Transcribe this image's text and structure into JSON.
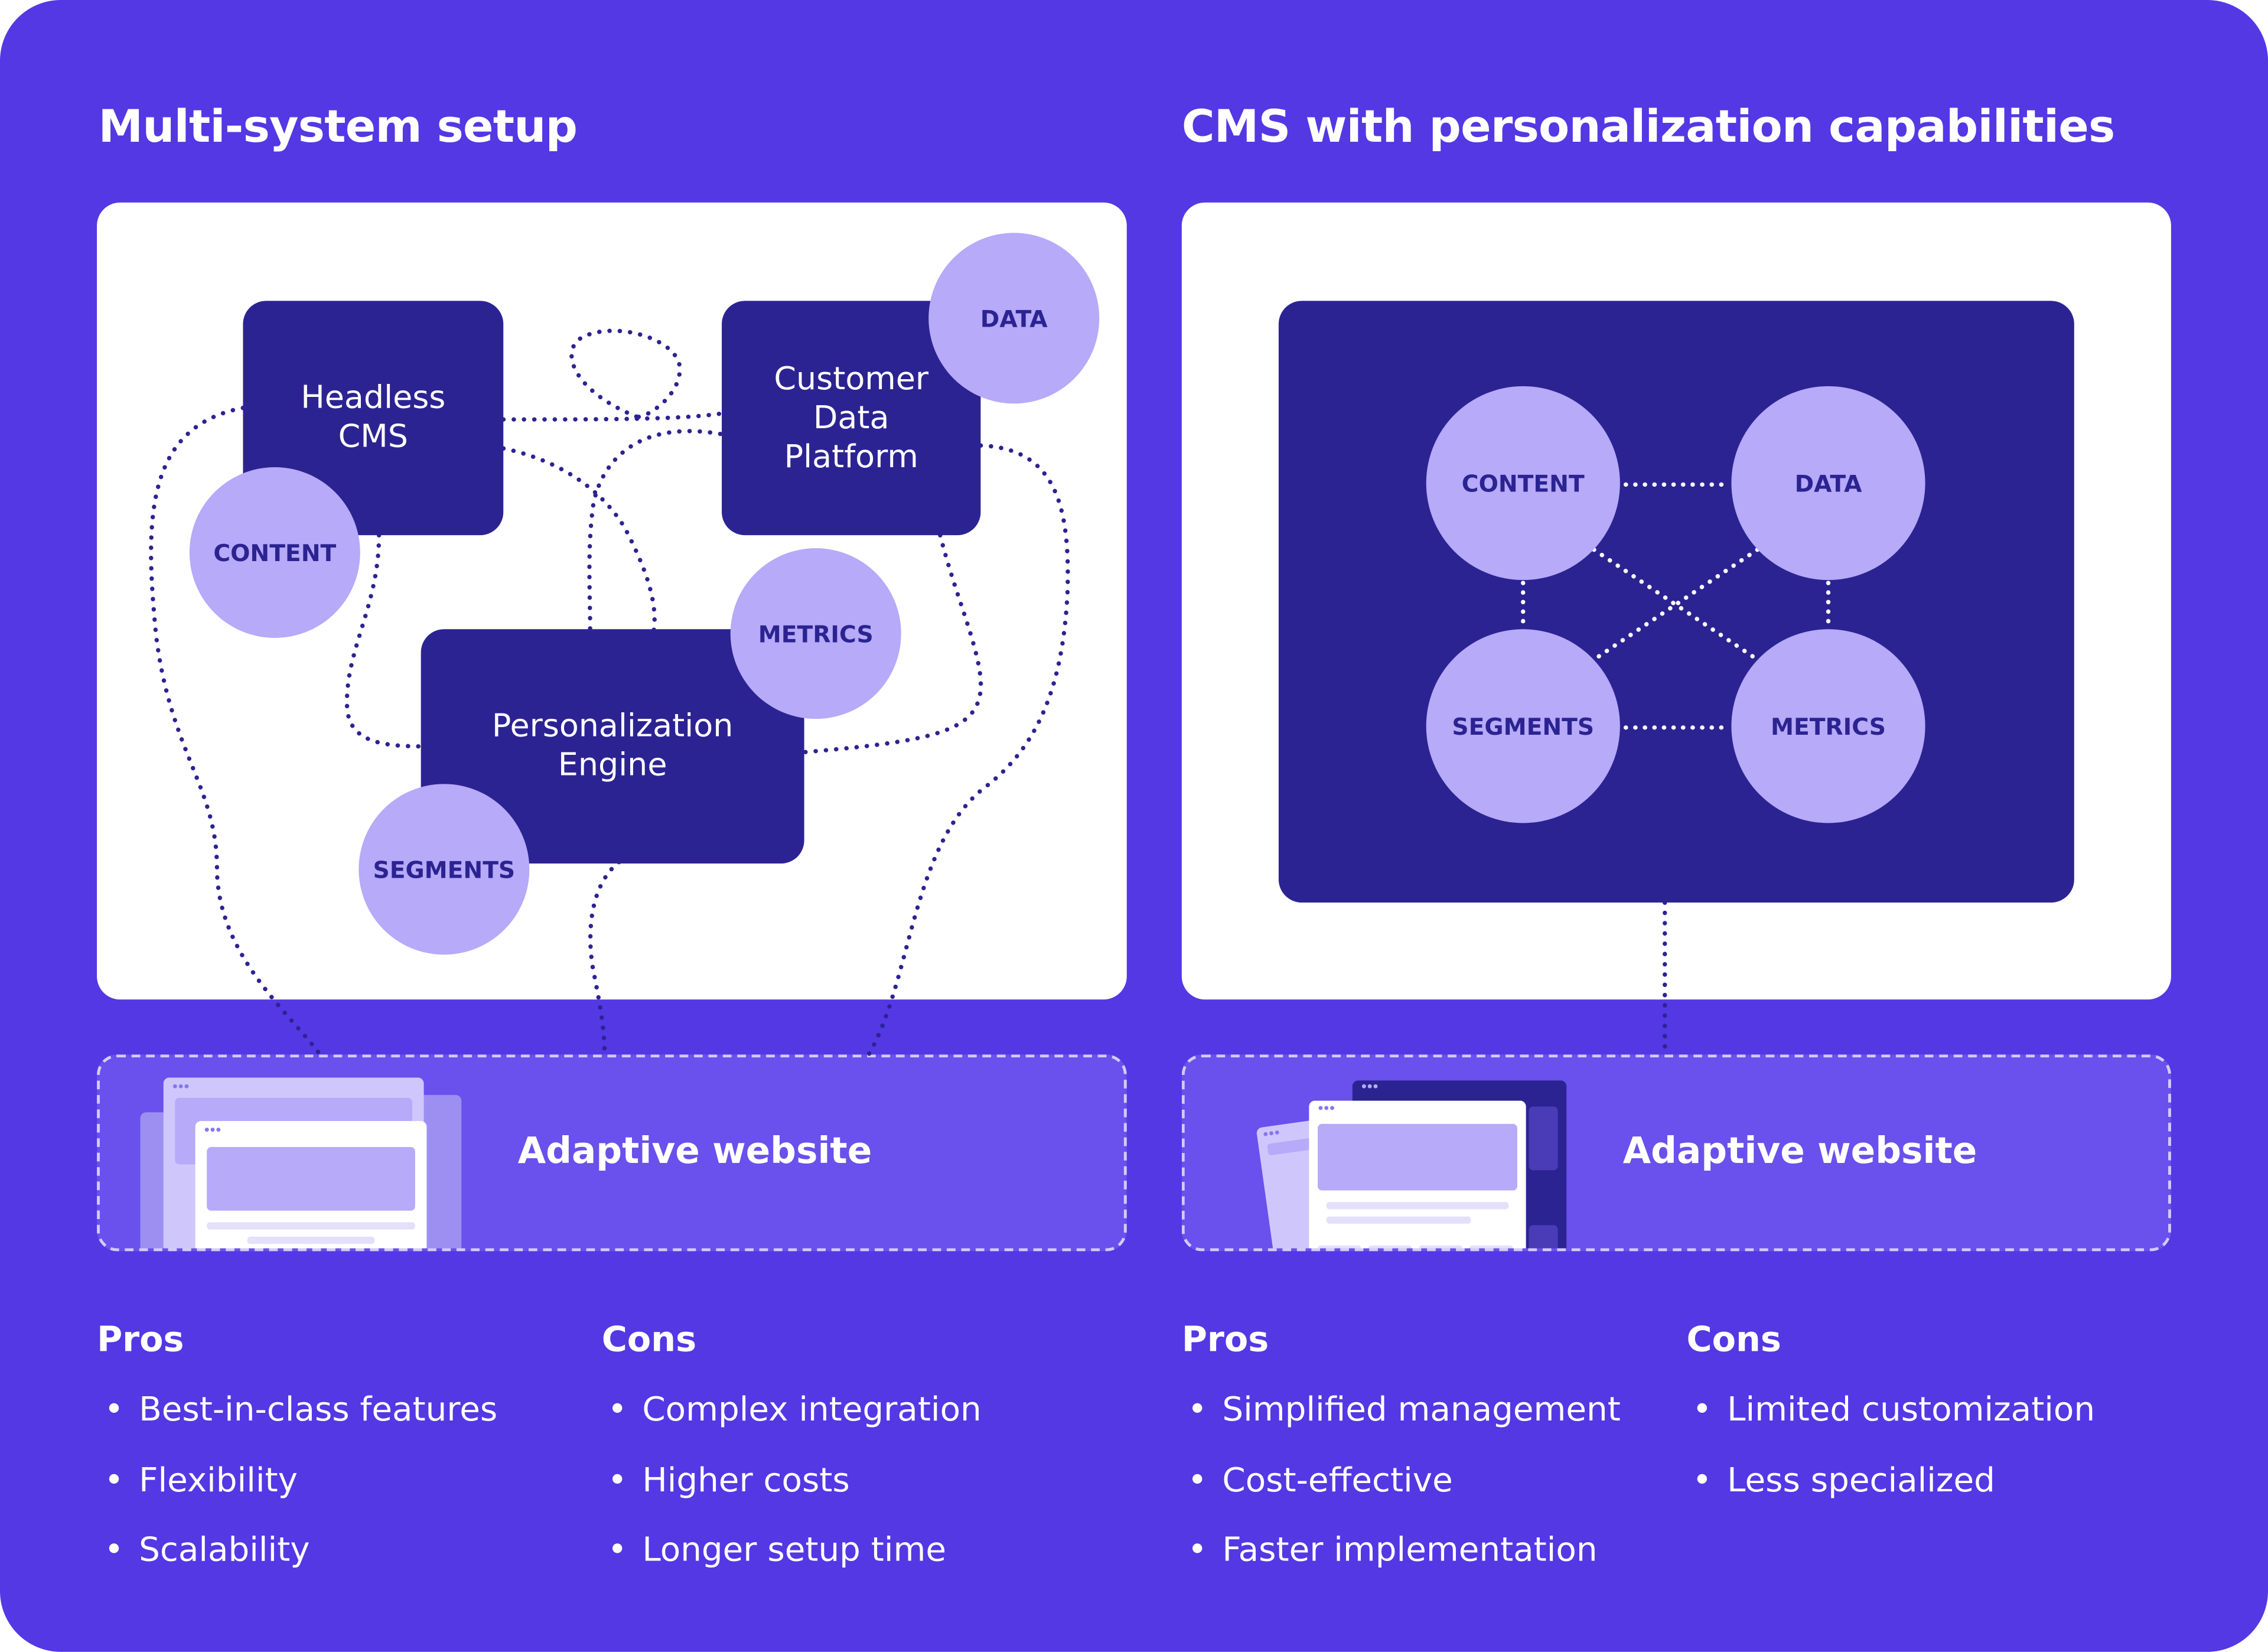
{
  "colors": {
    "background": "#5338e4",
    "dark_node": "#2c2392",
    "light_node": "#b6aaf9",
    "panel": "#ffffff",
    "adaptive_fill": "#6a50ec"
  },
  "left": {
    "heading": "Multi-system setup",
    "nodes": {
      "headless_cms": "Headless\nCMS",
      "cdp": "Customer\nData\nPlatform",
      "engine": "Personalization\nEngine"
    },
    "circles": {
      "content": "CONTENT",
      "data": "DATA",
      "metrics": "METRICS",
      "segments": "SEGMENTS"
    },
    "adaptive": "Adaptive website",
    "pros_title": "Pros",
    "pros": [
      "Best-in-class features",
      "Flexibility",
      "Scalability"
    ],
    "cons_title": "Cons",
    "cons": [
      "Complex integration",
      "Higher costs",
      "Longer setup time"
    ]
  },
  "right": {
    "heading": "CMS with personalization capabilities",
    "circles": {
      "content": "CONTENT",
      "data": "DATA",
      "segments": "SEGMENTS",
      "metrics": "METRICS"
    },
    "adaptive": "Adaptive website",
    "pros_title": "Pros",
    "pros": [
      "Simplified management",
      "Cost-effective",
      "Faster implementation"
    ],
    "cons_title": "Cons",
    "cons": [
      "Limited customization",
      "Less specialized"
    ]
  }
}
